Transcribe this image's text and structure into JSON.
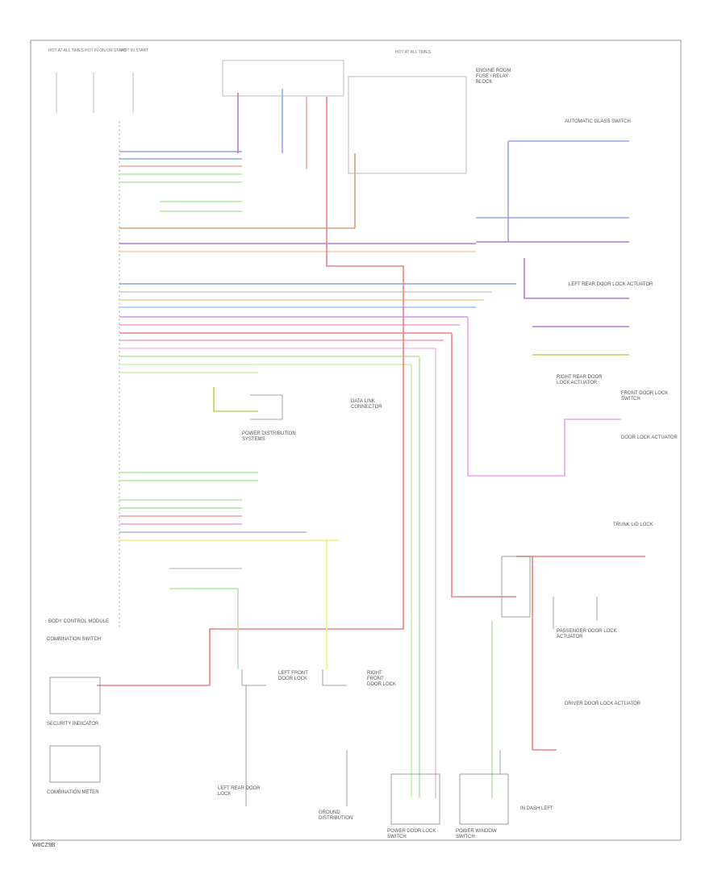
{
  "diagram": {
    "footer_code": "W8CZ9B",
    "labels": {
      "fuse_1": "HOT AT ALL TIMES",
      "fuse_2": "HOT IN ON OR START",
      "fuse_3": "HOT IN START",
      "relay_box": "ENGINE ROOM FUSE / RELAY BLOCK",
      "fuse_box_2": "HOT AT ALL TIMES",
      "right_top_1": "AUTOMATIC GLASS SWITCH",
      "right_mid_1": "LEFT REAR DOOR LOCK ACTUATOR",
      "right_mid_2": "RIGHT REAR DOOR LOCK ACTUATOR",
      "right_mid_3": "FRONT DOOR LOCK SWITCH",
      "right_mid_4": "DOOR LOCK ACTUATOR",
      "right_low_1": "TRUNK LID LOCK",
      "right_low_2": "PASSENGER DOOR LOCK ACTUATOR",
      "right_low_3": "DRIVER DOOR LOCK ACTUATOR",
      "mid_1": "DATA LINK CONNECTOR",
      "mid_2": "POWER DISTRIBUTION SYSTEMS",
      "mid_3": "BODY CONTROL MODULE",
      "left_1": "COMBINATION SWITCH",
      "left_2": "SECURITY INDICATOR",
      "left_3": "COMBINATION METER",
      "bot_1": "LEFT FRONT DOOR LOCK",
      "bot_2": "RIGHT FRONT DOOR LOCK",
      "bot_3": "POWER DOOR LOCK SWITCH",
      "bot_4": "GROUND DISTRIBUTION",
      "bot_5": "POWER WINDOW SWITCH",
      "bot_6": "IN DASH LEFT",
      "bot_7": "LEFT REAR DOOR LOCK"
    }
  }
}
